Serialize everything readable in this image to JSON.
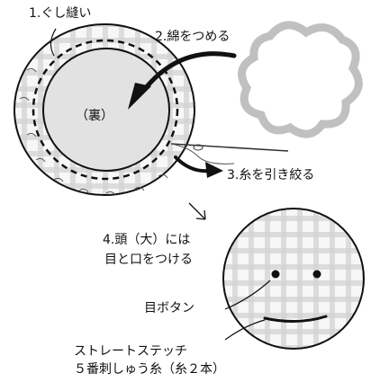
{
  "steps": {
    "step1": "1.ぐし縫い",
    "step2": "2.綿をつめる",
    "step3": "3.糸を引き絞る",
    "step4_line1": "4.頭（大）には",
    "step4_line2": "目と口をつける"
  },
  "labels": {
    "reverse_side": "（裏）",
    "eye_button": "目ボタン",
    "stitch_line1": "ストレートステッチ",
    "stitch_line2": "５番刺しゅう糸（糸２本）"
  },
  "colors": {
    "ink": "#111111",
    "fabric_plaid": "#c8c8c8",
    "inner_fabric": "#e2e2e2",
    "cotton": "#b5b5b5"
  }
}
